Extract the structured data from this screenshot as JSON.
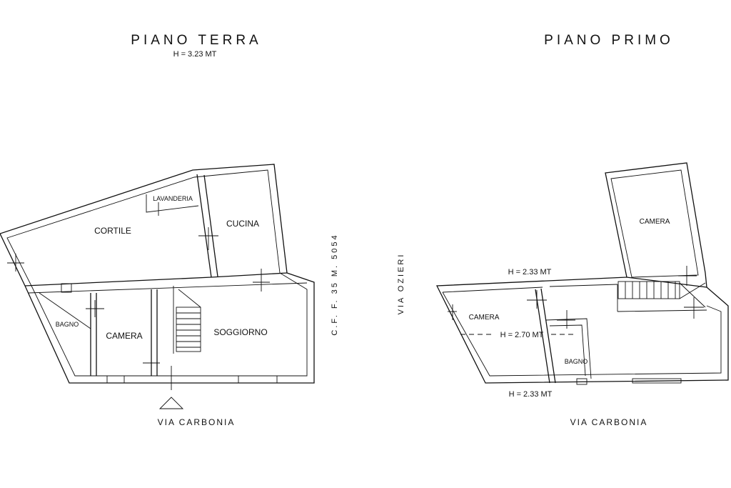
{
  "ground": {
    "title": "PIANO TERRA",
    "height": "H = 3.23 MT",
    "rooms": {
      "lavanderia": "LAVANDERIA",
      "cortile": "CORTILE",
      "cucina": "CUCINA",
      "bagno": "BAGNO",
      "camera": "CAMERA",
      "soggiorno": "SOGGIORNO"
    },
    "street": "VIA CARBONIA"
  },
  "first": {
    "title": "PIANO PRIMO",
    "rooms": {
      "camera_top": "CAMERA",
      "camera_left": "CAMERA",
      "bagno": "BAGNO"
    },
    "height_top": "H = 2.33 MT",
    "height_mid": "H = 2.70 MT",
    "height_bottom": "H = 2.33 MT",
    "street": "VIA CARBONIA"
  },
  "side_label": "C.F. F. 35 M. 5054",
  "street_vertical": "VIA OZIERI"
}
